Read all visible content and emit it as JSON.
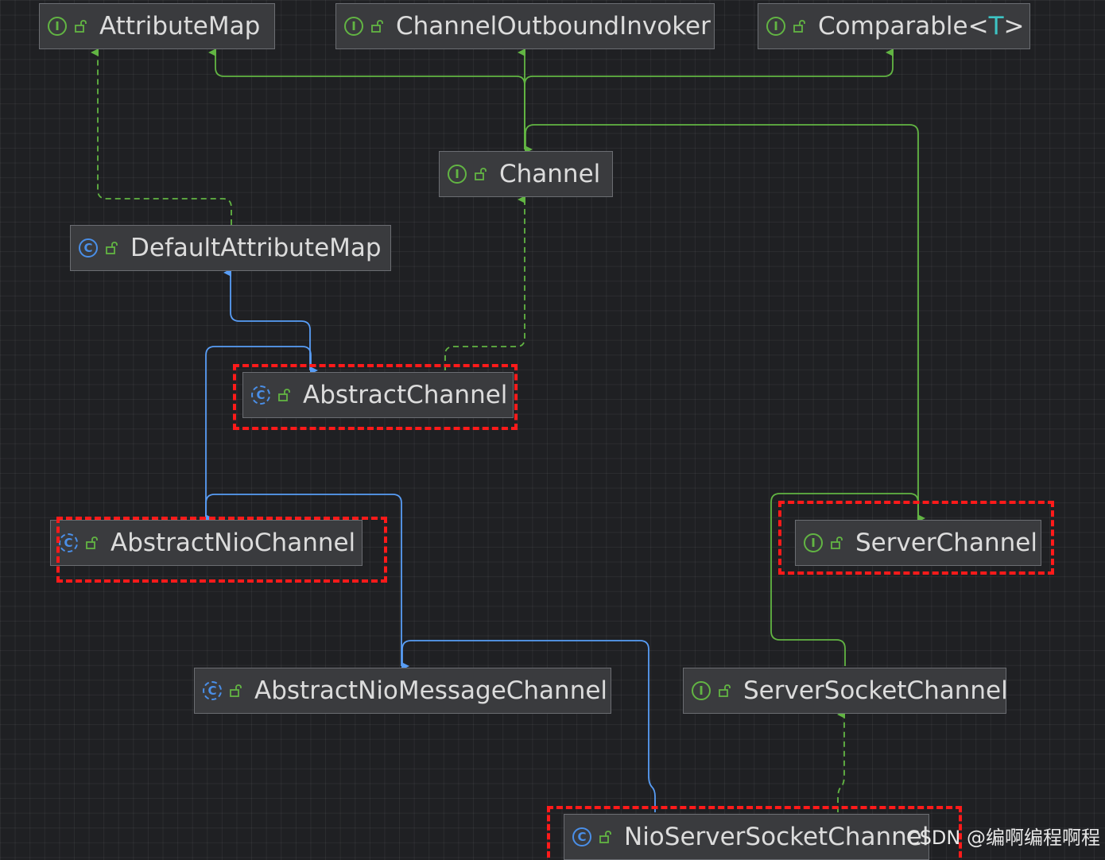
{
  "colors": {
    "implements_edge": "#62b543",
    "extends_edge": "#589df6",
    "highlight": "#ff1a1a",
    "interface_icon": "#62b543",
    "class_icon": "#4a8fe8"
  },
  "nodes": [
    {
      "id": "AttributeMap",
      "kind": "interface",
      "label": "AttributeMap",
      "icon": "interface-icon"
    },
    {
      "id": "ChannelOutboundInvoker",
      "kind": "interface",
      "label": "ChannelOutboundInvoker",
      "icon": "interface-icon"
    },
    {
      "id": "Comparable",
      "kind": "interface",
      "label": "Comparable",
      "type_param": "T",
      "icon": "interface-icon"
    },
    {
      "id": "Channel",
      "kind": "interface",
      "label": "Channel",
      "icon": "interface-icon"
    },
    {
      "id": "DefaultAttributeMap",
      "kind": "class",
      "label": "DefaultAttributeMap",
      "icon": "class-icon"
    },
    {
      "id": "AbstractChannel",
      "kind": "abstract-class",
      "label": "AbstractChannel",
      "icon": "abstract-class-icon"
    },
    {
      "id": "AbstractNioChannel",
      "kind": "abstract-class",
      "label": "AbstractNioChannel",
      "icon": "abstract-class-icon"
    },
    {
      "id": "ServerChannel",
      "kind": "interface",
      "label": "ServerChannel",
      "icon": "interface-icon"
    },
    {
      "id": "AbstractNioMessageChannel",
      "kind": "abstract-class",
      "label": "AbstractNioMessageChannel",
      "icon": "abstract-class-icon"
    },
    {
      "id": "ServerSocketChannel",
      "kind": "interface",
      "label": "ServerSocketChannel",
      "icon": "interface-icon"
    },
    {
      "id": "NioServerSocketChannel",
      "kind": "class",
      "label": "NioServerSocketChannel",
      "icon": "class-icon"
    }
  ],
  "edges": [
    {
      "from": "Channel",
      "to": "AttributeMap",
      "type": "extends-interface"
    },
    {
      "from": "Channel",
      "to": "ChannelOutboundInvoker",
      "type": "extends-interface"
    },
    {
      "from": "Channel",
      "to": "Comparable",
      "type": "extends-interface"
    },
    {
      "from": "DefaultAttributeMap",
      "to": "AttributeMap",
      "type": "implements"
    },
    {
      "from": "AbstractChannel",
      "to": "DefaultAttributeMap",
      "type": "extends"
    },
    {
      "from": "AbstractChannel",
      "to": "Channel",
      "type": "implements"
    },
    {
      "from": "AbstractNioChannel",
      "to": "AbstractChannel",
      "type": "extends"
    },
    {
      "from": "ServerChannel",
      "to": "Channel",
      "type": "extends-interface"
    },
    {
      "from": "AbstractNioMessageChannel",
      "to": "AbstractNioChannel",
      "type": "extends"
    },
    {
      "from": "ServerSocketChannel",
      "to": "ServerChannel",
      "type": "extends-interface"
    },
    {
      "from": "NioServerSocketChannel",
      "to": "AbstractNioMessageChannel",
      "type": "extends"
    },
    {
      "from": "NioServerSocketChannel",
      "to": "ServerSocketChannel",
      "type": "implements"
    }
  ],
  "highlighted": [
    "AbstractChannel",
    "AbstractNioChannel",
    "ServerChannel",
    "NioServerSocketChannel"
  ],
  "watermark": "CSDN @编啊编程啊程"
}
